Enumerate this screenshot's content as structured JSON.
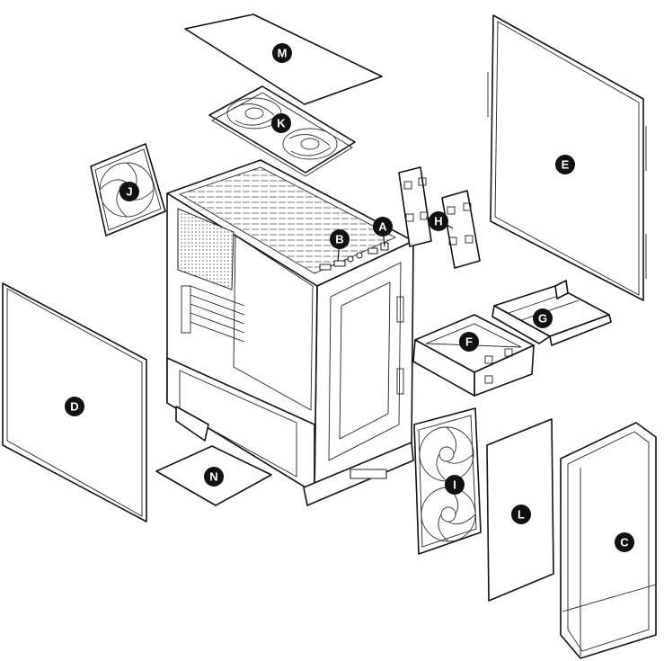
{
  "callouts": {
    "A": "A",
    "B": "B",
    "C": "C",
    "D": "D",
    "E": "E",
    "F": "F",
    "G": "G",
    "H": "H",
    "I": "I",
    "J": "J",
    "K": "K",
    "L": "L",
    "M": "M",
    "N": "N"
  },
  "colors": {
    "line": "#111111",
    "background": "#ffffff",
    "callout": "#111111"
  }
}
